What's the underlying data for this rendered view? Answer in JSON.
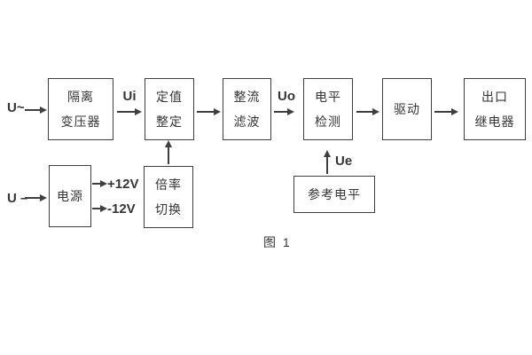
{
  "figure": {
    "caption": "图 1"
  },
  "diagram": {
    "inputs": {
      "ac": "U~",
      "dc": "U –"
    },
    "signals": {
      "ui": "Ui",
      "uo": "Uo",
      "ue": "Ue"
    },
    "rails": {
      "plus": "+12V",
      "minus": "-12V"
    },
    "boxes": [
      {
        "id": "isolation-transformer",
        "lines": [
          "隔离",
          "变压器"
        ]
      },
      {
        "id": "setpoint-adjust",
        "lines": [
          "定值",
          "整定"
        ]
      },
      {
        "id": "rectify-filter",
        "lines": [
          "整流",
          "滤波"
        ]
      },
      {
        "id": "level-detect",
        "lines": [
          "电平",
          "检测"
        ]
      },
      {
        "id": "drive",
        "lines": [
          "驱动"
        ]
      },
      {
        "id": "output-relay",
        "lines": [
          "出口",
          "继电器"
        ]
      },
      {
        "id": "power-supply",
        "lines": [
          "电源"
        ]
      },
      {
        "id": "ratio-switch",
        "lines": [
          "倍率",
          "切换"
        ]
      },
      {
        "id": "reference-level",
        "lines": [
          "参考电平"
        ]
      }
    ],
    "colors": {
      "line": "#3f3f3f",
      "text": "#353535",
      "background": "#ffffff"
    }
  }
}
